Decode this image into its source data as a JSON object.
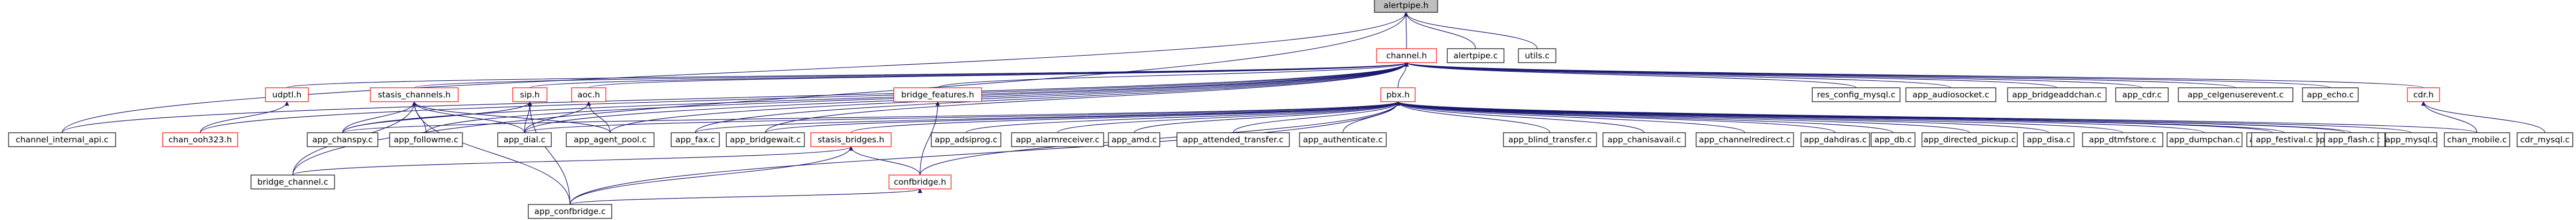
{
  "graph": {
    "nodes": [
      {
        "id": "alertpipe_h",
        "label": "alertpipe.h",
        "style": "focus"
      },
      {
        "id": "channel_h",
        "label": "channel.h",
        "style": "red"
      },
      {
        "id": "alertpipe_c",
        "label": "alertpipe.c",
        "style": "normal"
      },
      {
        "id": "utils_c",
        "label": "utils.c",
        "style": "normal"
      },
      {
        "id": "udptl_h",
        "label": "udptl.h",
        "style": "red"
      },
      {
        "id": "stasis_channels_h",
        "label": "stasis_channels.h",
        "style": "red"
      },
      {
        "id": "sip_h",
        "label": "sip.h",
        "style": "red"
      },
      {
        "id": "aoc_h",
        "label": "aoc.h",
        "style": "red"
      },
      {
        "id": "bridge_features_h",
        "label": "bridge_features.h",
        "style": "red"
      },
      {
        "id": "pbx_h",
        "label": "pbx.h",
        "style": "red"
      },
      {
        "id": "res_config_mysql_c",
        "label": "res_config_mysql.c",
        "style": "normal"
      },
      {
        "id": "app_audiosocket_c",
        "label": "app_audiosocket.c",
        "style": "normal"
      },
      {
        "id": "app_bridgeaddchan_c",
        "label": "app_bridgeaddchan.c",
        "style": "normal"
      },
      {
        "id": "app_cdr_c",
        "label": "app_cdr.c",
        "style": "normal"
      },
      {
        "id": "app_celgenuserevent_c",
        "label": "app_celgenuserevent.c",
        "style": "normal"
      },
      {
        "id": "app_echo_c",
        "label": "app_echo.c",
        "style": "normal"
      },
      {
        "id": "cdr_h",
        "label": "cdr.h",
        "style": "red"
      },
      {
        "id": "channel_internal_api_c",
        "label": "channel_internal_api.c",
        "style": "normal"
      },
      {
        "id": "chan_ooh323_h",
        "label": "chan_ooh323.h",
        "style": "red"
      },
      {
        "id": "app_chanspy_c",
        "label": "app_chanspy.c",
        "style": "normal"
      },
      {
        "id": "app_followme_c",
        "label": "app_followme.c",
        "style": "normal"
      },
      {
        "id": "app_dial_c",
        "label": "app_dial.c",
        "style": "normal"
      },
      {
        "id": "app_agent_pool_c",
        "label": "app_agent_pool.c",
        "style": "normal"
      },
      {
        "id": "app_fax_c",
        "label": "app_fax.c",
        "style": "normal"
      },
      {
        "id": "app_bridgewait_c",
        "label": "app_bridgewait.c",
        "style": "normal"
      },
      {
        "id": "stasis_bridges_h",
        "label": "stasis_bridges.h",
        "style": "red"
      },
      {
        "id": "app_adsiprog_c",
        "label": "app_adsiprog.c",
        "style": "normal"
      },
      {
        "id": "app_alarmreceiver_c",
        "label": "app_alarmreceiver.c",
        "style": "normal"
      },
      {
        "id": "app_amd_c",
        "label": "app_amd.c",
        "style": "normal"
      },
      {
        "id": "app_attended_transfer_c",
        "label": "app_attended_transfer.c",
        "style": "normal"
      },
      {
        "id": "app_authenticate_c",
        "label": "app_authenticate.c",
        "style": "normal"
      },
      {
        "id": "app_blind_transfer_c",
        "label": "app_blind_transfer.c",
        "style": "normal"
      },
      {
        "id": "app_chanisavail_c",
        "label": "app_chanisavail.c",
        "style": "normal"
      },
      {
        "id": "app_channelredirect_c",
        "label": "app_channelredirect.c",
        "style": "normal"
      },
      {
        "id": "app_dahdiras_c",
        "label": "app_dahdiras.c",
        "style": "normal"
      },
      {
        "id": "app_db_c",
        "label": "app_db.c",
        "style": "normal"
      },
      {
        "id": "app_directed_pickup_c",
        "label": "app_directed_pickup.c",
        "style": "normal"
      },
      {
        "id": "app_disa_c",
        "label": "app_disa.c",
        "style": "normal"
      },
      {
        "id": "app_dumpchan_c",
        "label": "app_dumpchan.c",
        "style": "normal"
      },
      {
        "id": "app_dtmfstore_c",
        "label": "app_dtmfstore.c",
        "style": "normal"
      },
      {
        "id": "app_exec_c",
        "label": "app_exec.c",
        "style": "normal"
      },
      {
        "id": "app_externalivr_c",
        "label": "app_externalivr.c",
        "style": "normal"
      },
      {
        "id": "app_festival_c",
        "label": "app_festival.c",
        "style": "normal"
      },
      {
        "id": "app_flash_c",
        "label": "app_flash.c",
        "style": "normal"
      },
      {
        "id": "app_mysql_c",
        "label": "app_mysql.c",
        "style": "normal"
      },
      {
        "id": "chan_mobile_c",
        "label": "chan_mobile.c",
        "style": "normal"
      },
      {
        "id": "cdr_mysql_c",
        "label": "cdr_mysql.c",
        "style": "normal"
      },
      {
        "id": "bridge_channel_c",
        "label": "bridge_channel.c",
        "style": "normal"
      },
      {
        "id": "confbridge_h",
        "label": "confbridge.h",
        "style": "red"
      },
      {
        "id": "app_confbridge_c",
        "label": "app_confbridge.c",
        "style": "normal"
      }
    ],
    "edges": [
      [
        "channel_h",
        "alertpipe_h"
      ],
      [
        "alertpipe_c",
        "alertpipe_h"
      ],
      [
        "utils_c",
        "alertpipe_h"
      ],
      [
        "channel_internal_api_c",
        "alertpipe_h"
      ],
      [
        "bridge_channel_c",
        "alertpipe_h"
      ],
      [
        "udptl_h",
        "channel_h"
      ],
      [
        "stasis_channels_h",
        "channel_h"
      ],
      [
        "sip_h",
        "channel_h"
      ],
      [
        "aoc_h",
        "channel_h"
      ],
      [
        "bridge_features_h",
        "channel_h"
      ],
      [
        "pbx_h",
        "channel_h"
      ],
      [
        "res_config_mysql_c",
        "channel_h"
      ],
      [
        "app_audiosocket_c",
        "channel_h"
      ],
      [
        "app_bridgeaddchan_c",
        "channel_h"
      ],
      [
        "app_cdr_c",
        "channel_h"
      ],
      [
        "app_celgenuserevent_c",
        "channel_h"
      ],
      [
        "app_echo_c",
        "channel_h"
      ],
      [
        "cdr_h",
        "channel_h"
      ],
      [
        "channel_internal_api_c",
        "channel_h"
      ],
      [
        "chan_ooh323_h",
        "channel_h"
      ],
      [
        "app_chanspy_c",
        "channel_h"
      ],
      [
        "app_followme_c",
        "channel_h"
      ],
      [
        "app_dial_c",
        "channel_h"
      ],
      [
        "app_agent_pool_c",
        "channel_h"
      ],
      [
        "app_fax_c",
        "channel_h"
      ],
      [
        "app_bridgewait_c",
        "channel_h"
      ],
      [
        "chan_ooh323_h",
        "udptl_h"
      ],
      [
        "app_chanspy_c",
        "stasis_channels_h"
      ],
      [
        "app_followme_c",
        "stasis_channels_h"
      ],
      [
        "app_dial_c",
        "stasis_channels_h"
      ],
      [
        "app_agent_pool_c",
        "stasis_channels_h"
      ],
      [
        "bridge_channel_c",
        "stasis_channels_h"
      ],
      [
        "app_confbridge_c",
        "stasis_channels_h"
      ],
      [
        "app_chanspy_c",
        "sip_h"
      ],
      [
        "app_dial_c",
        "sip_h"
      ],
      [
        "app_confbridge_c",
        "sip_h"
      ],
      [
        "app_dial_c",
        "aoc_h"
      ],
      [
        "app_agent_pool_c",
        "aoc_h"
      ],
      [
        "confbridge_h",
        "bridge_features_h"
      ],
      [
        "stasis_bridges_h",
        "pbx_h"
      ],
      [
        "app_adsiprog_c",
        "pbx_h"
      ],
      [
        "app_alarmreceiver_c",
        "pbx_h"
      ],
      [
        "app_amd_c",
        "pbx_h"
      ],
      [
        "app_attended_transfer_c",
        "pbx_h"
      ],
      [
        "app_authenticate_c",
        "pbx_h"
      ],
      [
        "app_blind_transfer_c",
        "pbx_h"
      ],
      [
        "app_chanisavail_c",
        "pbx_h"
      ],
      [
        "app_channelredirect_c",
        "pbx_h"
      ],
      [
        "app_dahdiras_c",
        "pbx_h"
      ],
      [
        "app_db_c",
        "pbx_h"
      ],
      [
        "app_directed_pickup_c",
        "pbx_h"
      ],
      [
        "app_disa_c",
        "pbx_h"
      ],
      [
        "app_dumpchan_c",
        "pbx_h"
      ],
      [
        "app_dtmfstore_c",
        "pbx_h"
      ],
      [
        "app_exec_c",
        "pbx_h"
      ],
      [
        "app_externalivr_c",
        "pbx_h"
      ],
      [
        "app_festival_c",
        "pbx_h"
      ],
      [
        "app_flash_c",
        "pbx_h"
      ],
      [
        "app_mysql_c",
        "pbx_h"
      ],
      [
        "chan_mobile_c",
        "pbx_h"
      ],
      [
        "app_fax_c",
        "pbx_h"
      ],
      [
        "app_bridgewait_c",
        "pbx_h"
      ],
      [
        "app_chanspy_c",
        "pbx_h"
      ],
      [
        "app_dial_c",
        "pbx_h"
      ],
      [
        "app_confbridge_c",
        "pbx_h"
      ],
      [
        "confbridge_h",
        "pbx_h"
      ],
      [
        "cdr_mysql_c",
        "cdr_h"
      ],
      [
        "chan_mobile_c",
        "cdr_h"
      ],
      [
        "bridge_channel_c",
        "stasis_bridges_h"
      ],
      [
        "confbridge_h",
        "stasis_bridges_h"
      ],
      [
        "app_confbridge_c",
        "stasis_bridges_h"
      ],
      [
        "app_confbridge_c",
        "confbridge_h"
      ]
    ]
  }
}
